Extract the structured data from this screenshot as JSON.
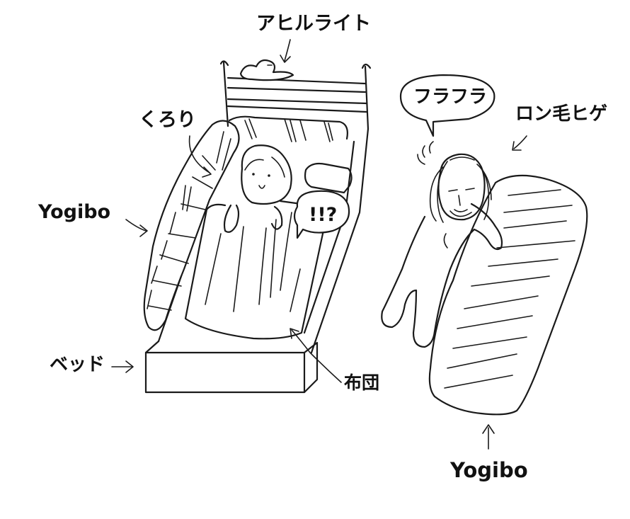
{
  "labels": {
    "aheru_light": "アヒルライト",
    "kurori": "くろり",
    "yogibo_left": "Yogibo",
    "bed": "ベッド",
    "futon": "布団",
    "surprise": "!!?",
    "furafura": "フラフラ",
    "ronge_hige": "ロン毛ヒゲ",
    "yogibo_right": "Yogibo"
  },
  "colors": {
    "ink": "#1a1a1a",
    "background": "#ffffff"
  }
}
